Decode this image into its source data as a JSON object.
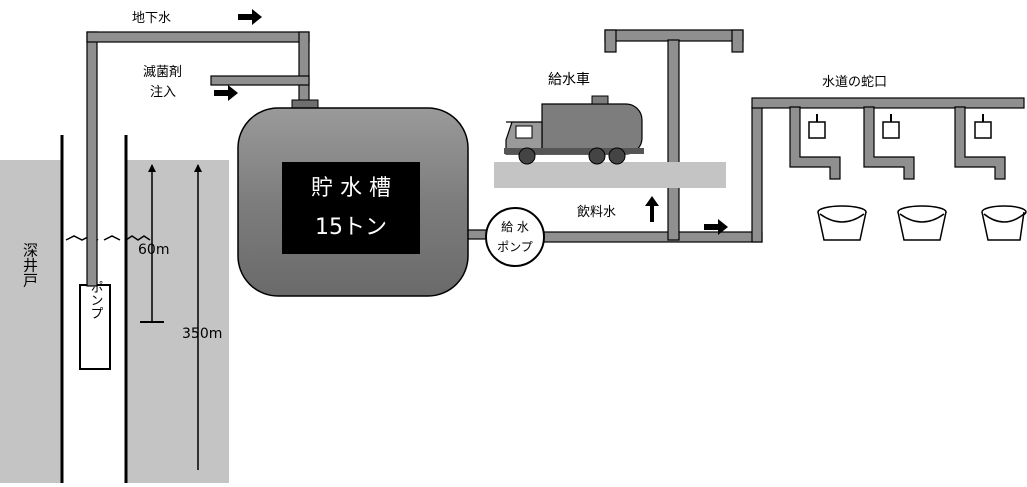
{
  "labels": {
    "groundwater": "地下水",
    "chlorine_injection_line1": "滅菌剤",
    "chlorine_injection_line2": "注入",
    "tank_line1": "貯 水 槽",
    "tank_line2": "15トン",
    "pump_line1": "給 水",
    "pump_line2": "ポンプ",
    "well": "深井戸",
    "depth_pump": "60m",
    "depth_well": "350m",
    "well_pump": "ポンプ",
    "water_truck": "給水車",
    "drinking_water": "飲料水",
    "tap": "水道の蛇口"
  },
  "colors": {
    "pipe": "#8f8f8f",
    "tank": "#7a7a7a",
    "ground": "#c4c4c4",
    "black": "#000000"
  }
}
